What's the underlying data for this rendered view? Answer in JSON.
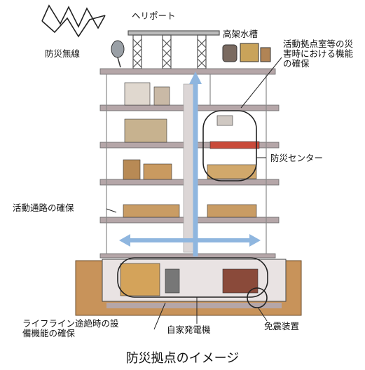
{
  "labels": {
    "heliport": "ヘリポート",
    "water_tank": "高架水槽",
    "radio": "防災無線",
    "activity_rooms": "活動拠点室等の災害時における機能の確保",
    "disaster_center": "防災センター",
    "route": "活動通路の確保",
    "lifeline": "ライフライン途絶時の設備機能の確保",
    "generator": "自家発電機",
    "isolation": "免震装置"
  },
  "caption": "防災拠点のイメージ",
  "colors": {
    "floor": "#b5a6a8",
    "column": "#cfc4c5",
    "arrow_blue": "#8fb6df",
    "soil": "#c8935a",
    "outline": "#333333",
    "basement_fill": "#e9e3e3"
  }
}
